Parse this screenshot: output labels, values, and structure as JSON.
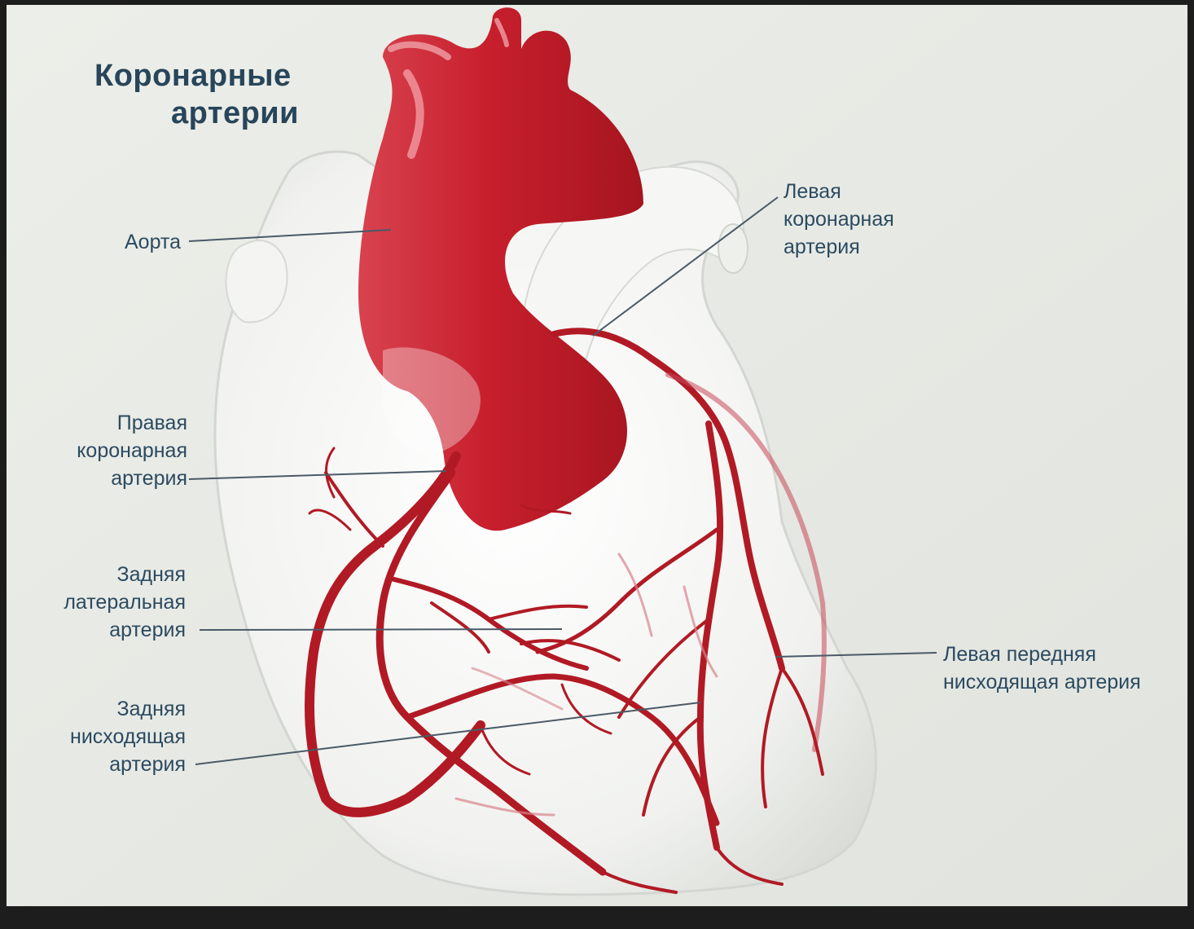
{
  "title": [
    "Коронарные",
    "артерии"
  ],
  "labels": {
    "aorta": [
      "Аорта"
    ],
    "left_coronary": [
      "Левая",
      "коронарная",
      "артерия"
    ],
    "right_coronary": [
      "Правая",
      "коронарная",
      "артерия"
    ],
    "posterior_lateral": [
      "Задняя",
      "латеральная",
      "артерия"
    ],
    "posterior_descending": [
      "Задняя",
      "нисходящая",
      "артерия"
    ],
    "left_anterior_descending": [
      "Левая передняя",
      "нисходящая артерия"
    ]
  },
  "colors": {
    "board": "#e9ebe6",
    "heart": "#f7f8f6",
    "aorta": "#c8202e",
    "artery": "#b11a24",
    "text": "#2c4a60",
    "leader_line": "#4a5a66"
  }
}
